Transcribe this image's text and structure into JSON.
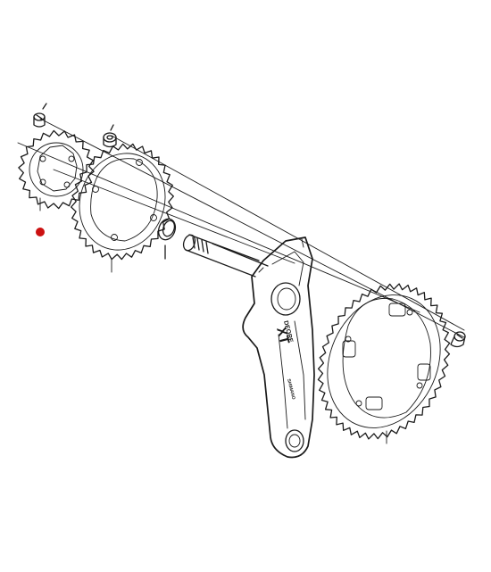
{
  "crank": {
    "brand_line1": "DEORE",
    "brand_line2": "XT",
    "maker": "SHIMANO"
  },
  "marker_color": "#cc1111",
  "ink_color": "#1a1a1a"
}
